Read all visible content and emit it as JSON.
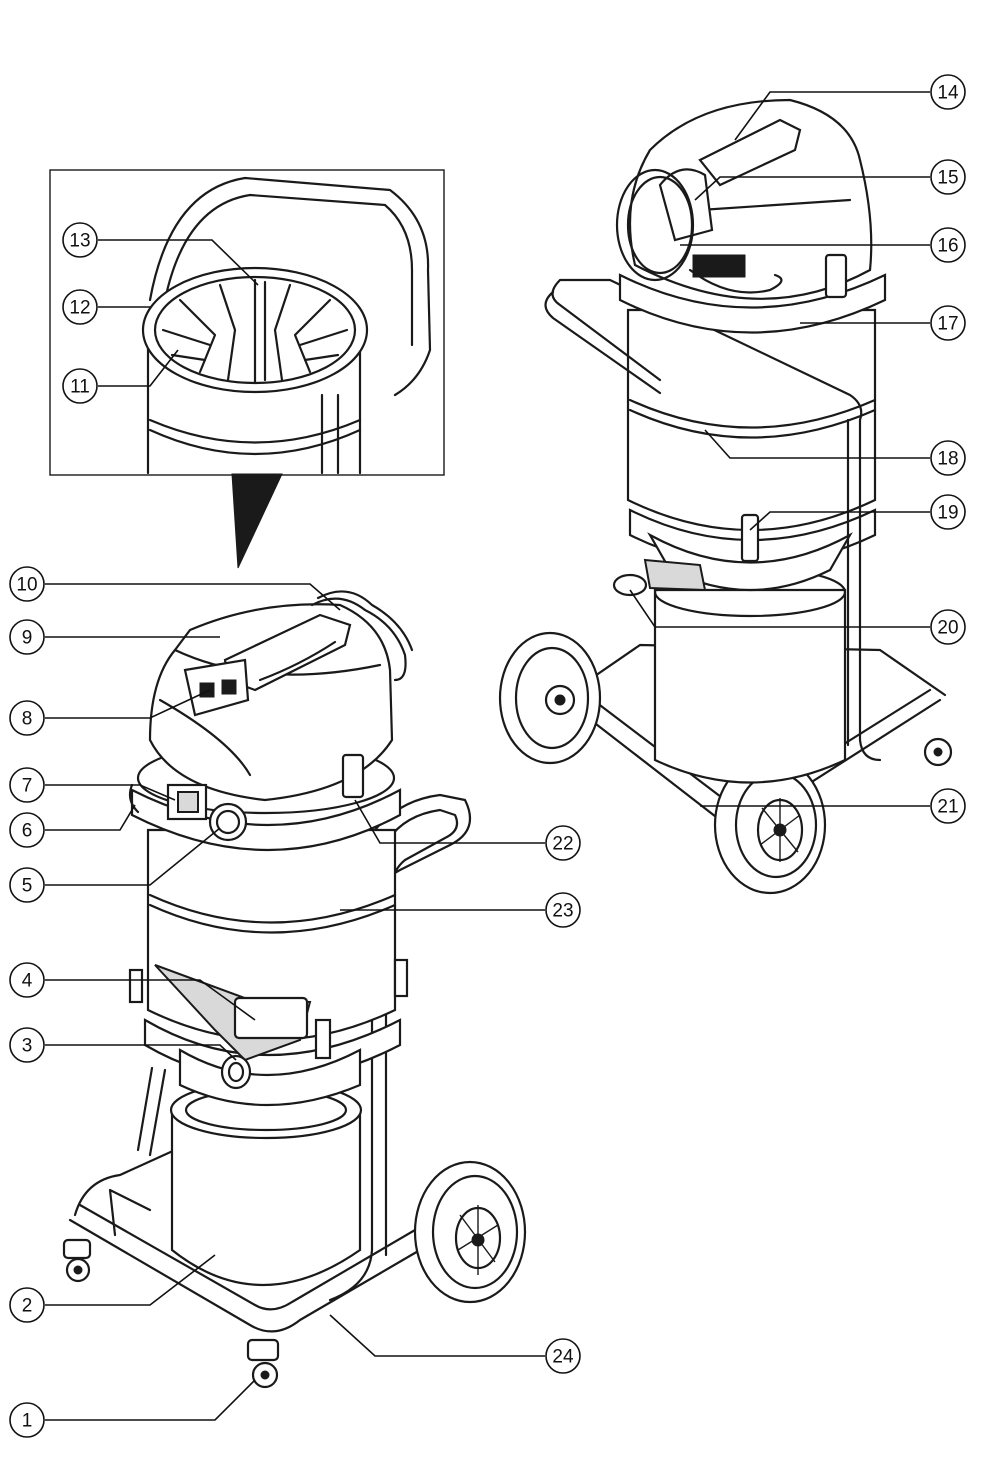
{
  "callouts": [
    {
      "id": "1",
      "label": "1"
    },
    {
      "id": "2",
      "label": "2"
    },
    {
      "id": "3",
      "label": "3"
    },
    {
      "id": "4",
      "label": "4"
    },
    {
      "id": "5",
      "label": "5"
    },
    {
      "id": "6",
      "label": "6"
    },
    {
      "id": "7",
      "label": "7"
    },
    {
      "id": "8",
      "label": "8"
    },
    {
      "id": "9",
      "label": "9"
    },
    {
      "id": "10",
      "label": "10"
    },
    {
      "id": "11",
      "label": "11"
    },
    {
      "id": "12",
      "label": "12"
    },
    {
      "id": "13",
      "label": "13"
    },
    {
      "id": "14",
      "label": "14"
    },
    {
      "id": "15",
      "label": "15"
    },
    {
      "id": "16",
      "label": "16"
    },
    {
      "id": "17",
      "label": "17"
    },
    {
      "id": "18",
      "label": "18"
    },
    {
      "id": "19",
      "label": "19"
    },
    {
      "id": "20",
      "label": "20"
    },
    {
      "id": "21",
      "label": "21"
    },
    {
      "id": "22",
      "label": "22"
    },
    {
      "id": "23",
      "label": "23"
    },
    {
      "id": "24",
      "label": "24"
    }
  ],
  "colors": {
    "line": "#1a1a1a",
    "background": "#ffffff"
  }
}
